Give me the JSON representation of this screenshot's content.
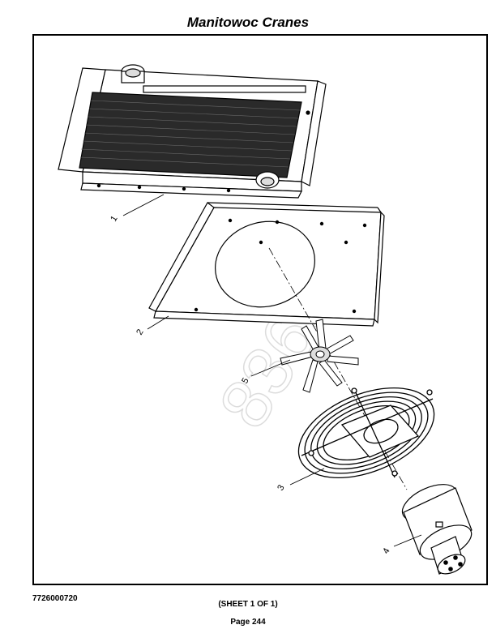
{
  "header": {
    "title": "Manitowoc Cranes"
  },
  "drawing": {
    "watermark": "83699",
    "callouts": [
      "1",
      "2",
      "5",
      "3",
      "4"
    ]
  },
  "footer": {
    "doc_number": "7726000720",
    "sheet": "(SHEET 1 OF 1)",
    "page": "Page 244"
  }
}
